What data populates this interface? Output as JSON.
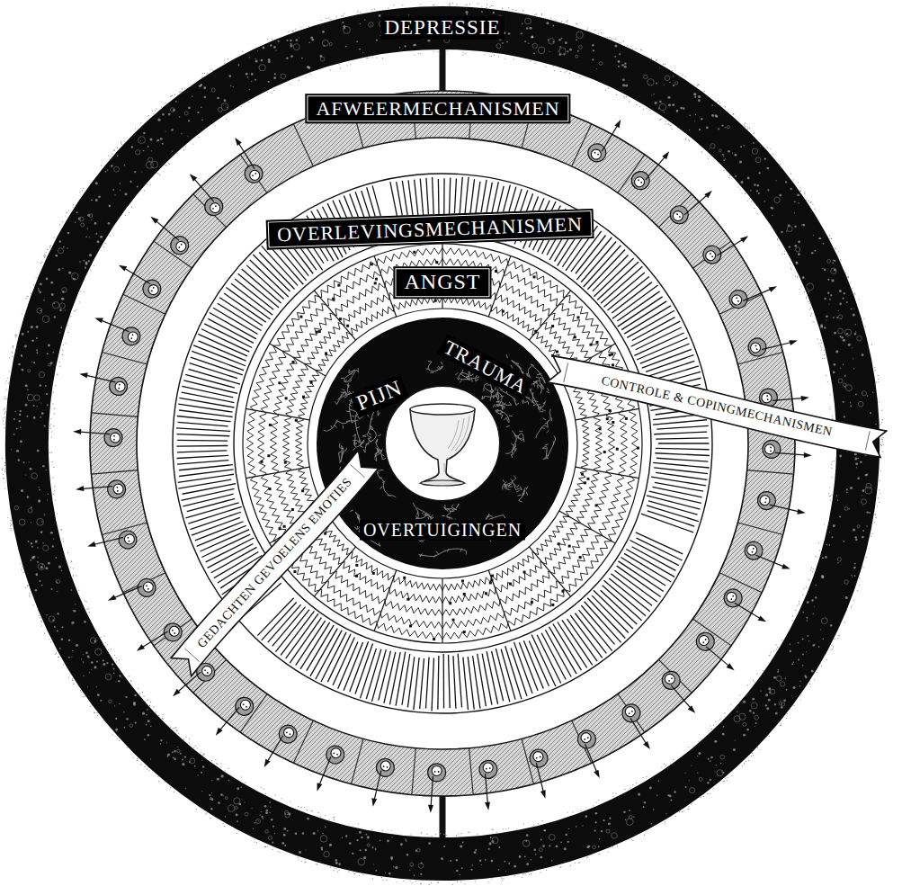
{
  "diagram": {
    "nodes": [
      {
        "text": [
          "DEPRESSIE"
        ]
      },
      {
        "text": [
          "AFWEERMECHANISMEN"
        ],
        "in": 0
      },
      {
        "text": [
          "OVERLEVINGSMECHANISMEN"
        ],
        "in": 1
      },
      {
        "text": [
          "ANGST"
        ],
        "in": 2
      },
      {
        "text": [
          "PIJN",
          "TRAUMA",
          "OVERTUIGINGEN"
        ],
        "in": 3
      },
      {
        "text": [
          "GEDACHTEN GEVOELENS EMOTIES"
        ],
        "in": 0
      },
      {
        "text": [
          "CONTROLE & COPINGMECHANISMEN"
        ]
      }
    ],
    "edges": [
      {
        "from": 0,
        "to": 1,
        "arrow": "none"
      },
      {
        "from": 0,
        "to": 1,
        "arrow": "none"
      }
    ]
  }
}
